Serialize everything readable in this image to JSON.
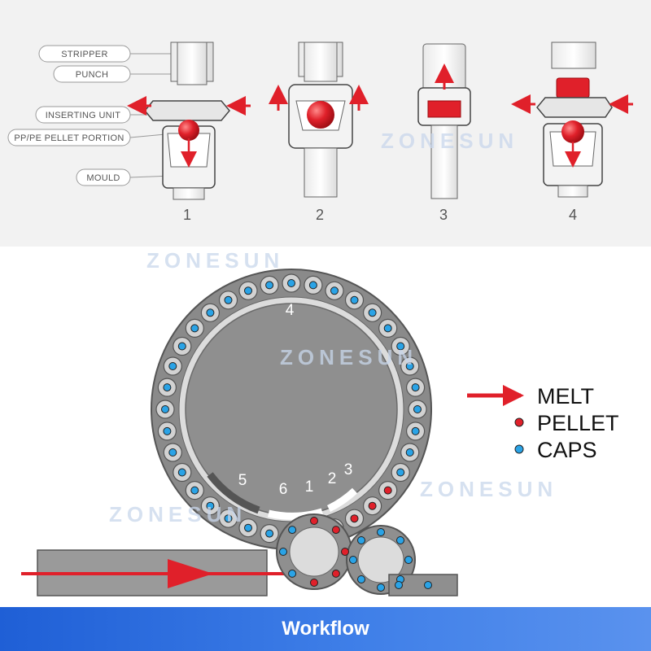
{
  "callouts": {
    "stripper": "STRIPPER",
    "punch": "PUNCH",
    "inserting_unit": "INSERTING UNIT",
    "pellet_portion": "PP/PE PELLET PORTION",
    "mould": "MOULD"
  },
  "steps": [
    "1",
    "2",
    "3",
    "4"
  ],
  "watermark": "ZONESUN",
  "wheel_stations": [
    "4",
    "5",
    "6",
    "1",
    "2",
    "3"
  ],
  "legend": {
    "melt": "MELT",
    "pellet": "PELLET",
    "caps": "CAPS"
  },
  "colors": {
    "red": "#e0202a",
    "blue": "#2aa3e6",
    "gray": "#8a8a8a",
    "footer": "#2e6fe0"
  },
  "footer": {
    "title": "Workflow"
  }
}
